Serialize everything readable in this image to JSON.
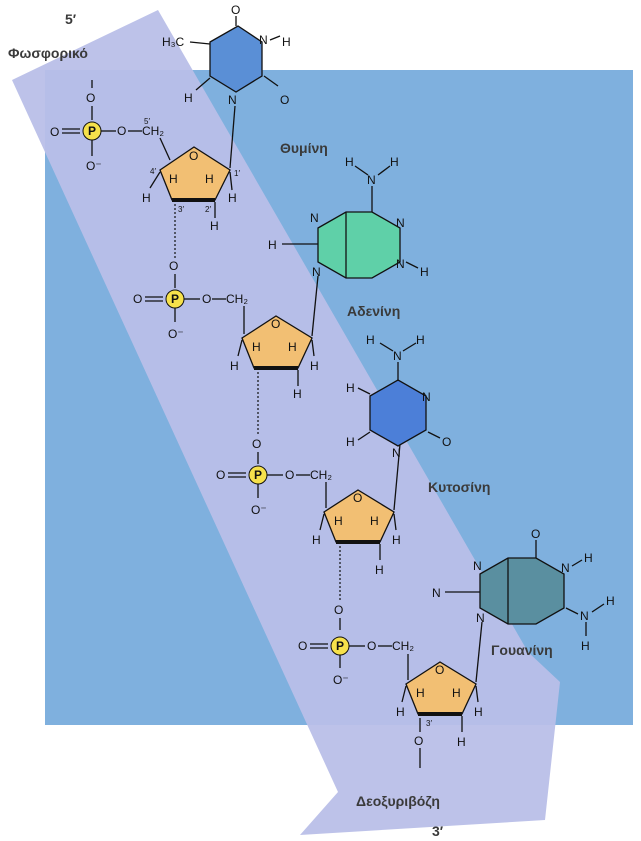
{
  "labels": {
    "end_5": "5′",
    "end_3": "3′",
    "phosphate": "Φωσφορικό",
    "sugar": "Δεοξυριβόζη",
    "thymine": "Θυμίνη",
    "adenine": "Αδενίνη",
    "cytosine": "Κυτοσίνη",
    "guanine": "Γουανίνη"
  },
  "atoms": {
    "P": "P",
    "O": "O",
    "Ominus": "O⁻",
    "CH2": "CH₂",
    "H": "H",
    "N": "N",
    "H3C": "H₃C"
  },
  "sugar_positions": {
    "p1": "1′",
    "p2": "2′",
    "p3": "3′",
    "p4": "4′",
    "p5": "5′"
  },
  "colors": {
    "background_square": "#7fb0de",
    "arrow": "#b9bfe8",
    "sugar": "#f2bf73",
    "phosphorus": "#f6e14b",
    "thymine": "#5a8fd6",
    "adenine": "#5fd0a8",
    "cytosine": "#4c7fd8",
    "guanine": "#5a8fa0"
  }
}
